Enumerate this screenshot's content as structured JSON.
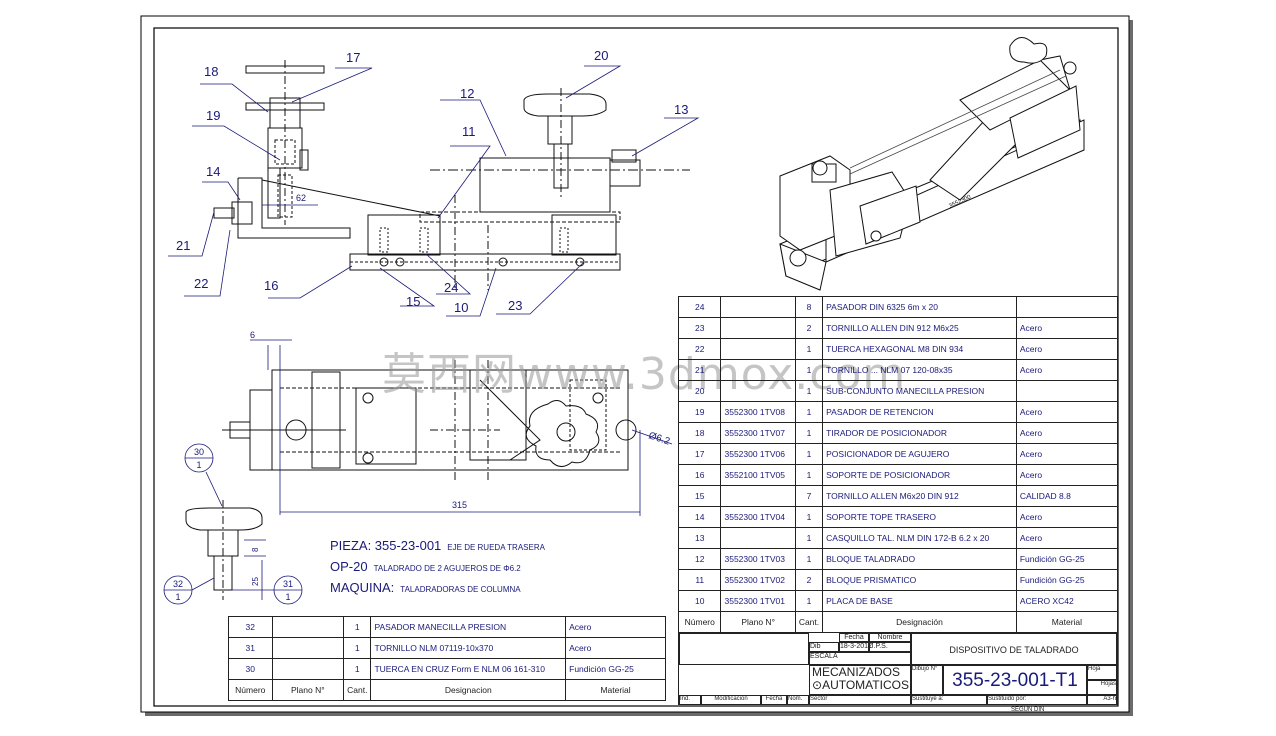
{
  "balloons": [
    "18",
    "17",
    "20",
    "12",
    "13",
    "19",
    "11",
    "14",
    "21",
    "22",
    "16",
    "15",
    "24",
    "10",
    "23"
  ],
  "dims": {
    "d62_top": "62",
    "d6": "6",
    "d315": "315",
    "dia62": "Ø6.2",
    "d8": "8",
    "d25": "25"
  },
  "detail_balloons": [
    {
      "a": "30",
      "b": "1"
    },
    {
      "a": "32",
      "b": "1"
    },
    {
      "a": "31",
      "b": "1"
    }
  ],
  "notes": {
    "pieza_label": "PIEZA: 355-23-001",
    "pieza_desc": "EJE DE RUEDA TRASERA",
    "op_label": "OP-20",
    "op_desc": "TALADRADO DE 2 AGUJEROS DE Φ6.2",
    "maq_label": "MAQUINA:",
    "maq_desc": "TALADRADORAS DE COLUMNA"
  },
  "watermark": "莫西网www.3dmox.com",
  "bom_main": {
    "rows": [
      [
        "24",
        "",
        "8",
        "PASADOR DIN 6325 6m x 20",
        ""
      ],
      [
        "23",
        "",
        "2",
        "TORNILLO ALLEN DIN 912 M6x25",
        "Acero"
      ],
      [
        "22",
        "",
        "1",
        "TUERCA HEXAGONAL M8 DIN 934",
        "Acero"
      ],
      [
        "21",
        "",
        "1",
        "TORNILLO ... NLM 07 120-08x35",
        "Acero"
      ],
      [
        "20",
        "",
        "1",
        "SUB-CONJUNTO MANECILLA PRESION",
        ""
      ],
      [
        "19",
        "3552300 1TV08",
        "1",
        "PASADOR DE RETENCION",
        "Acero"
      ],
      [
        "18",
        "3552300 1TV07",
        "1",
        "TIRADOR DE POSICIONADOR",
        "Acero"
      ],
      [
        "17",
        "3552300 1TV06",
        "1",
        "POSICIONADOR DE AGUJERO",
        "Acero"
      ],
      [
        "16",
        "3552100 1TV05",
        "1",
        "SOPORTE DE POSICIONADOR",
        "Acero"
      ],
      [
        "15",
        "",
        "7",
        "TORNILLO ALLEN M6x20 DIN 912",
        "CALIDAD 8.8"
      ],
      [
        "14",
        "3552300 1TV04",
        "1",
        "SOPORTE TOPE TRASERO",
        "Acero"
      ],
      [
        "13",
        "",
        "1",
        "CASQUILLO TAL. NLM DIN 172-B 6.2 x 20",
        "Acero"
      ],
      [
        "12",
        "3552300 1TV03",
        "1",
        "BLOQUE TALADRADO",
        "Fundición GG-25"
      ],
      [
        "11",
        "3552300 1TV02",
        "2",
        "BLOQUE PRISMATICO",
        "Fundición GG-25"
      ],
      [
        "10",
        "3552300 1TV01",
        "1",
        "PLACA DE BASE",
        "ACERO XC42"
      ]
    ],
    "header": [
      "Número",
      "Plano N°",
      "Cant.",
      "Designación",
      "Material"
    ]
  },
  "bom_small": {
    "rows": [
      [
        "32",
        "",
        "1",
        "PASADOR MANECILLA PRESION",
        "Acero"
      ],
      [
        "31",
        "",
        "1",
        "TORNILLO NLM 07119-10x370",
        "Acero"
      ],
      [
        "30",
        "",
        "1",
        "TUERCA EN CRUZ Form E NLM 06 161-310",
        "Fundición GG-25"
      ]
    ],
    "header": [
      "Número",
      "Plano N°",
      "Cant.",
      "Designacion",
      "Material"
    ]
  },
  "title_block": {
    "fecha_hdr": "Fecha",
    "nombre_hdr": "Nombre",
    "dib": "Dib",
    "dib_fecha": "18-3-2012",
    "dib_nombre": "J.P.S.",
    "escala": "ESCALA",
    "company_1": "MECANIZADOS",
    "company_2": "AUTOMATICOS",
    "dibujo_no": "Dibujo N°",
    "drawing_number": "355-23-001-T1",
    "title": "DISPOSITIVO DE TALADRADO",
    "hoja": "Hoja",
    "hojas": "Hojas",
    "ind": "Ind.",
    "modificacion": "Modificacion",
    "fecha": "Fecha",
    "nom": "Nom.",
    "sector": "Sector",
    "sustituye": "Sustituye a:",
    "sustituido": "Sustituido por:",
    "segun_din": "SEGUN DIN",
    "format": "A3-h"
  }
}
